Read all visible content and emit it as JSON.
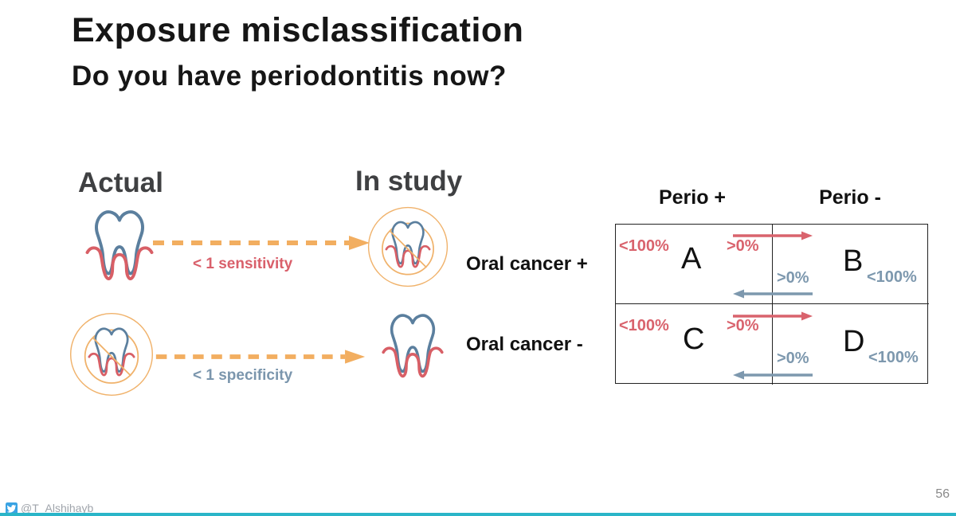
{
  "slide": {
    "title": "Exposure misclassification",
    "subtitle": "Do you have periodontitis now?",
    "page_number": "56",
    "twitter_handle": "@T_Alshihayb"
  },
  "diagram": {
    "left_column_heading": "Actual",
    "right_column_heading": "In study",
    "row1_arrow_label": "< 1 sensitivity",
    "row2_arrow_label": "< 1 specificity",
    "icons": [
      "tooth-icon",
      "tooth-prohibited-icon",
      "dashed-arrow-icon"
    ]
  },
  "table": {
    "col_headers": [
      "Perio +",
      "Perio -"
    ],
    "row_labels": [
      "Oral cancer +",
      "Oral cancer -"
    ],
    "cells": [
      {
        "letter": "A",
        "left_pct": "<100%",
        "right_pct": ">0%"
      },
      {
        "letter": "B",
        "left_pct": ">0%",
        "right_pct": "<100%"
      },
      {
        "letter": "C",
        "left_pct": "<100%",
        "right_pct": ">0%"
      },
      {
        "letter": "D",
        "left_pct": ">0%",
        "right_pct": "<100%"
      }
    ]
  },
  "colors": {
    "sensitivity_red": "#d9636d",
    "specificity_blue": "#7d98ae",
    "arrow_orange": "#f2ae60",
    "tooth_blue": "#5b7f9e",
    "gum_red": "#d85f66",
    "accent_teal": "#2ab5c8",
    "twitter_blue": "#3aa3e3"
  }
}
